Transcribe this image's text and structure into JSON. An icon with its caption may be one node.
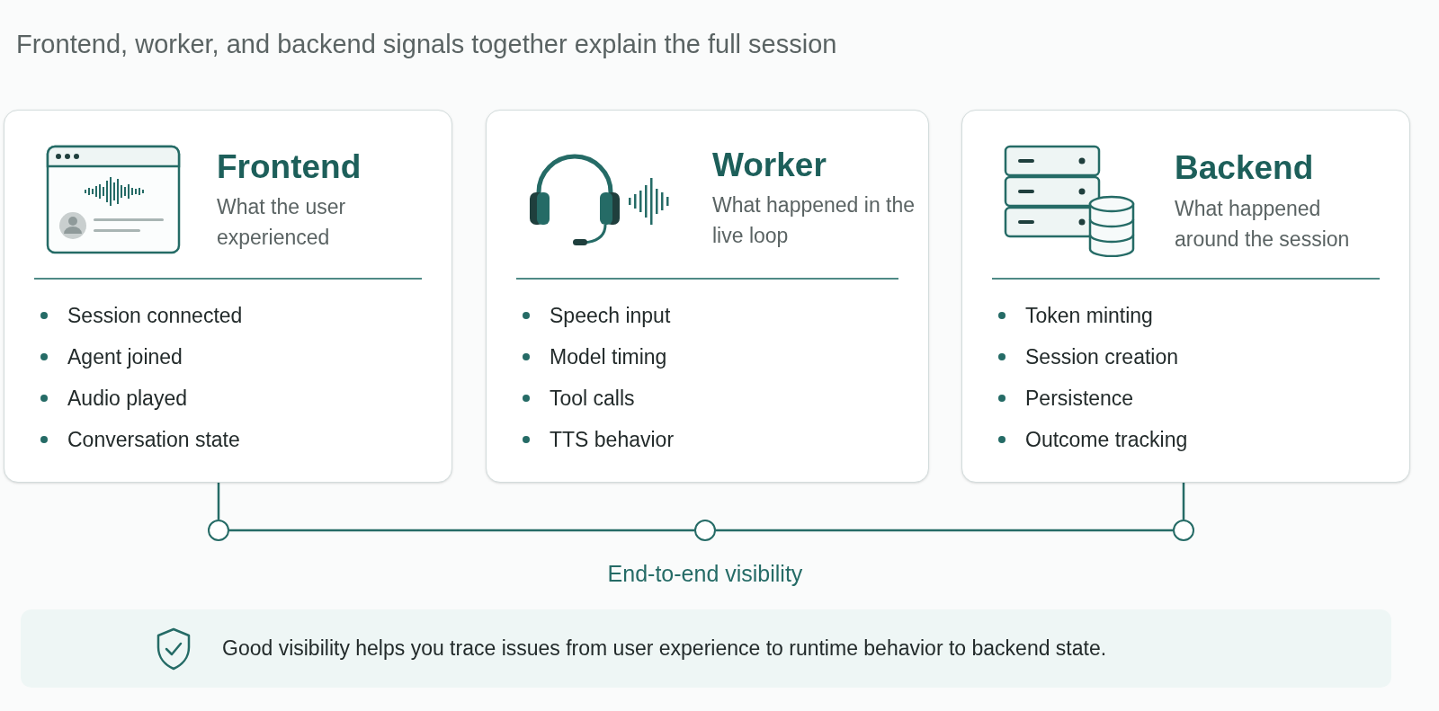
{
  "diagram": {
    "nodes": [
      {
        "text": [
          "Frontend",
          "What the user experienced",
          "Session connected",
          "Agent joined",
          "Audio played",
          "Conversation state"
        ]
      },
      {
        "text": [
          "Worker",
          "What happened in the live loop",
          "Speech input",
          "Model timing",
          "Tool calls",
          "TTS behavior"
        ]
      },
      {
        "text": [
          "Backend",
          "What happened around the session",
          "Token minting",
          "Session creation",
          "Persistence",
          "Outcome tracking"
        ]
      },
      {
        "text": [],
        "shape": "circle"
      },
      {
        "text": [],
        "shape": "circle"
      },
      {
        "text": [],
        "shape": "circle"
      },
      {
        "text": [
          "Good visibility helps you trace issues from user experience to runtime behavior to backend state."
        ]
      }
    ],
    "edges": [
      {
        "from": 0,
        "to": 3,
        "arrow": "none"
      },
      {
        "from": 3,
        "to": 4,
        "arrow": "none"
      },
      {
        "from": 4,
        "to": 5,
        "arrow": "none"
      },
      {
        "from": 2,
        "to": 5,
        "arrow": "none"
      }
    ],
    "labels": [
      "Frontend, worker, and backend signals together explain the full session",
      "End-to-end visibility"
    ]
  }
}
